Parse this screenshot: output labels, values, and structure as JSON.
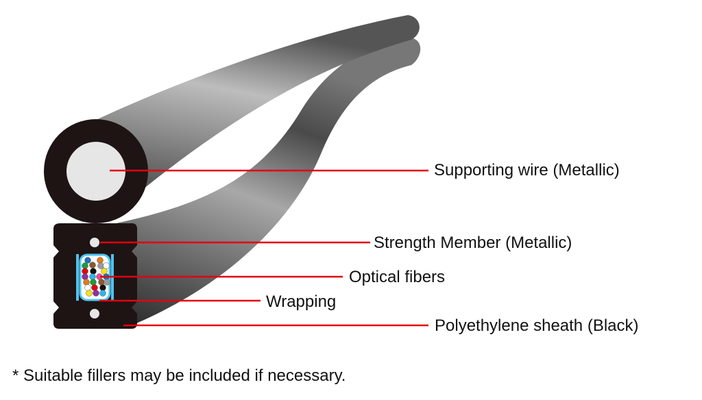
{
  "labels": {
    "supporting_wire": "Supporting wire (Metallic)",
    "strength_member": "Strength Member (Metallic)",
    "optical_fibers": "Optical fibers",
    "wrapping": "Wrapping",
    "sheath": "Polyethylene sheath (Black)"
  },
  "footnote": "* Suitable fillers may be included if necessary.",
  "colors": {
    "leader_line": "#e3000f",
    "sheath": "#1e1414",
    "wire": "#e6e6e6",
    "wrapping": "#4fc3ef"
  }
}
